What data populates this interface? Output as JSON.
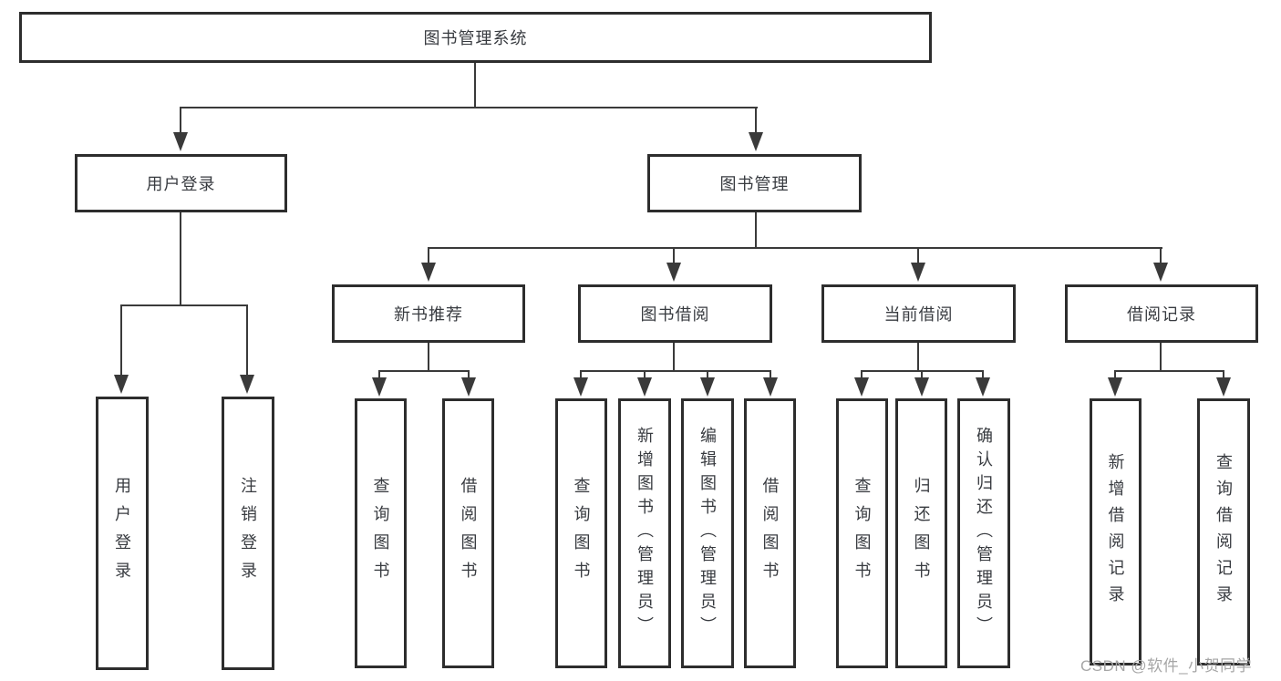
{
  "tree": {
    "label": "图书管理系统",
    "children": [
      {
        "label": "用户登录",
        "children": [
          {
            "label": "用户登录"
          },
          {
            "label": "注销登录"
          }
        ]
      },
      {
        "label": "图书管理",
        "children": [
          {
            "label": "新书推荐",
            "children": [
              {
                "label": "查询图书"
              },
              {
                "label": "借阅图书"
              }
            ]
          },
          {
            "label": "图书借阅",
            "children": [
              {
                "label": "查询图书"
              },
              {
                "label": "新增图书（管理员）"
              },
              {
                "label": "编辑图书（管理员）"
              },
              {
                "label": "借阅图书"
              }
            ]
          },
          {
            "label": "当前借阅",
            "children": [
              {
                "label": "查询图书"
              },
              {
                "label": "归还图书"
              },
              {
                "label": "确认归还（管理员）"
              }
            ]
          },
          {
            "label": "借阅记录",
            "children": [
              {
                "label": "新增借阅记录"
              },
              {
                "label": "查询借阅记录"
              }
            ]
          }
        ]
      }
    ]
  },
  "watermark": "CSDN @软件_小贺同学",
  "colors": {
    "line": "#3a3a3a",
    "border": "#2d2d2d",
    "ink": "#383b40",
    "watermark": "#a6a6a6"
  }
}
